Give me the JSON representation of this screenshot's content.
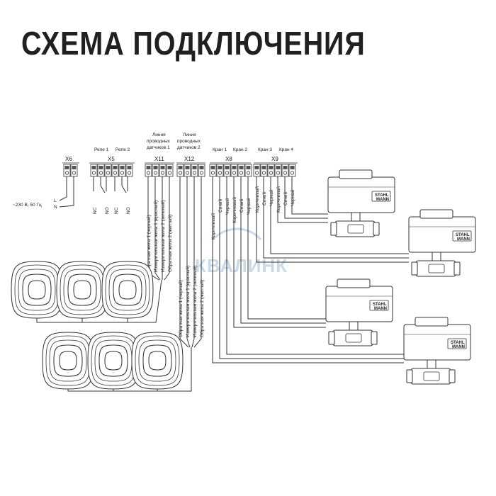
{
  "title": "СХЕМА ПОДКЛЮЧЕНИЯ",
  "watermark": "КВАЛИНК",
  "brand": [
    "STAHL",
    "MANN"
  ],
  "terminals": {
    "x6": {
      "name": "X6"
    },
    "x5": {
      "name": "X5",
      "relay1": "Реле 1",
      "relay2": "Реле 2"
    },
    "x11": {
      "name": "X11",
      "line1": "Линия",
      "line2": "проводных",
      "line3": "датчиков 1"
    },
    "x12": {
      "name": "X12",
      "line1": "Линия",
      "line2": "проводных",
      "line3": "датчиков 2"
    },
    "x8": {
      "name": "X8",
      "valve1": "Кран 1",
      "valve2": "Кран 2"
    },
    "x9": {
      "name": "X9",
      "valve3": "Кран 3",
      "valve4": "Кран 4"
    }
  },
  "power": {
    "label": "~230 В, 50 Гц",
    "l": "L",
    "n": "N"
  },
  "relay_contacts": [
    "NC",
    "NO",
    "NC",
    "NO"
  ],
  "sensor_wires_1": [
    "Обратная жила 1 (черный)",
    "Измерительная жила 1 (красный)",
    "Измерительная жила 2 (зеленый)",
    "Обратная жила 2 (желтый)"
  ],
  "sensor_wires_2": [
    "Обратная жила 1 (черный)",
    "Измерительная жила 1 (красный)",
    "Измерительная жила 2 (зеленый)",
    "Обратная жила 2 (желтый)"
  ],
  "valve_wires_x8": [
    "Коричневый",
    "Синий",
    "Черный",
    "Коричневый",
    "Синий",
    "Черный"
  ],
  "valve_wires_x9": [
    "Коричневый",
    "Синий",
    "Черный",
    "Коричневый",
    "Синий",
    "Черный"
  ]
}
